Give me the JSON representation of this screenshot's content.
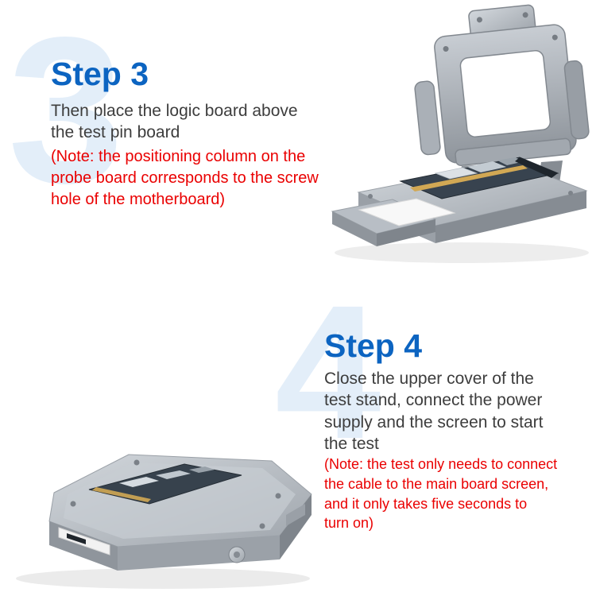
{
  "colors": {
    "accent_blue": "#0c64c1",
    "note_red": "#ea0001",
    "body_text": "#3d3d3d",
    "watermark_blue": "#e3eef9",
    "metal_gray": "#aab0b7"
  },
  "steps": [
    {
      "title": "Step 3",
      "watermark": "3",
      "description": "Then place the logic board above\nthe test pin board",
      "note": "(Note: the positioning column on the\nprobe board corresponds to the screw\nhole of the motherboard)"
    },
    {
      "title": "Step 4",
      "watermark": "4",
      "description": "Close the upper cover of the\ntest stand, connect the power\nsupply and the screen to start\nthe test",
      "note": "(Note: the test only needs to connect\nthe cable to the main board screen,\nand it only takes five seconds to\nturn on)"
    }
  ]
}
